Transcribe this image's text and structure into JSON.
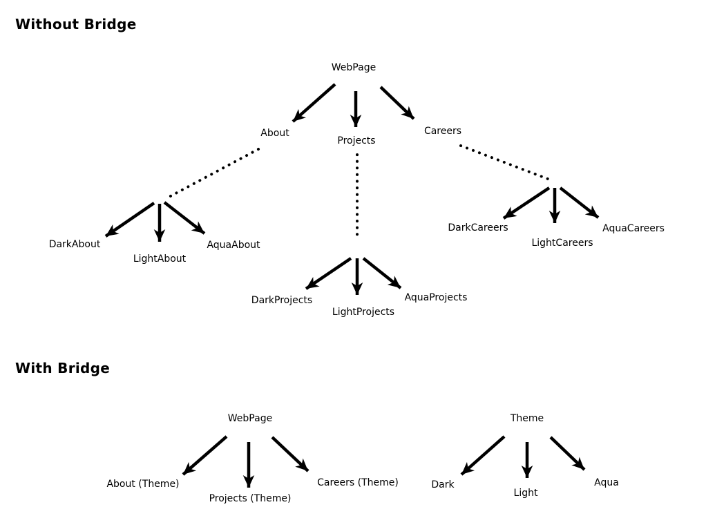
{
  "page": {
    "background": "#ffffff",
    "ink": "#000000"
  },
  "without_bridge": {
    "title": "Without Bridge",
    "root": "WebPage",
    "level1": [
      "About",
      "Projects",
      "Careers"
    ],
    "about_children": [
      "DarkAbout",
      "LightAbout",
      "AquaAbout"
    ],
    "projects_children": [
      "DarkProjects",
      "LightProjects",
      "AquaProjects"
    ],
    "careers_children": [
      "DarkCareers",
      "LightCareers",
      "AquaCareers"
    ]
  },
  "with_bridge": {
    "title": "With Bridge",
    "webpage_tree": {
      "root": "WebPage",
      "children": [
        "About (Theme)",
        "Projects (Theme)",
        "Careers (Theme)"
      ]
    },
    "theme_tree": {
      "root": "Theme",
      "children": [
        "Dark",
        "Light",
        "Aqua"
      ]
    }
  }
}
